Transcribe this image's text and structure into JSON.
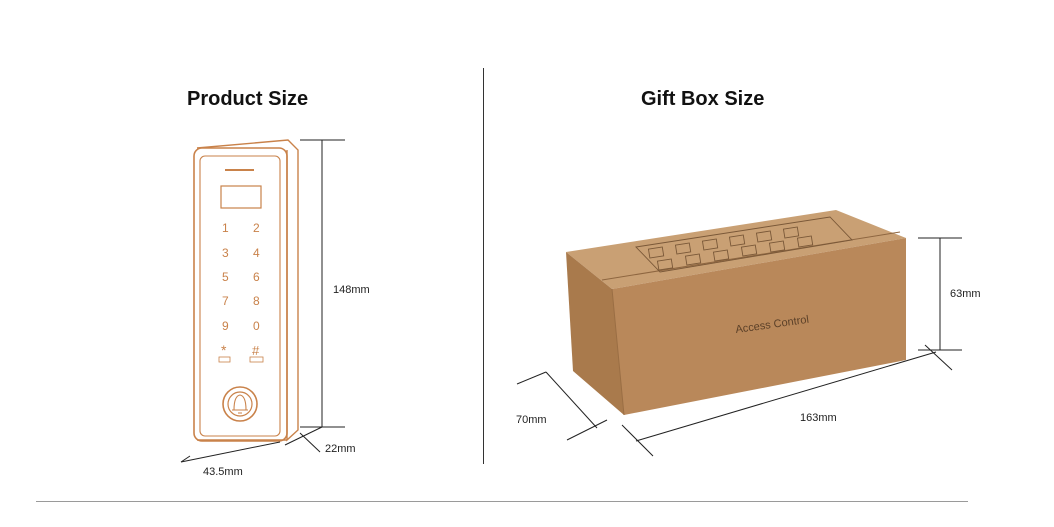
{
  "product": {
    "title": "Product Size",
    "keys": [
      "1",
      "2",
      "3",
      "4",
      "5",
      "6",
      "7",
      "8",
      "9",
      "0",
      "*",
      "#"
    ],
    "key_subs": [
      "",
      ""
    ],
    "height_label": "148mm",
    "depth_label": "22mm",
    "width_label": "43.5mm"
  },
  "giftbox": {
    "title": "Gift Box Size",
    "print_text": "Access Control",
    "height_label": "63mm",
    "depth_label": "70mm",
    "length_label": "163mm"
  },
  "colors": {
    "device_outline": "#c9824a",
    "box_front": "#b9885a",
    "box_top": "#c9a074",
    "box_side": "#a97a4c"
  }
}
